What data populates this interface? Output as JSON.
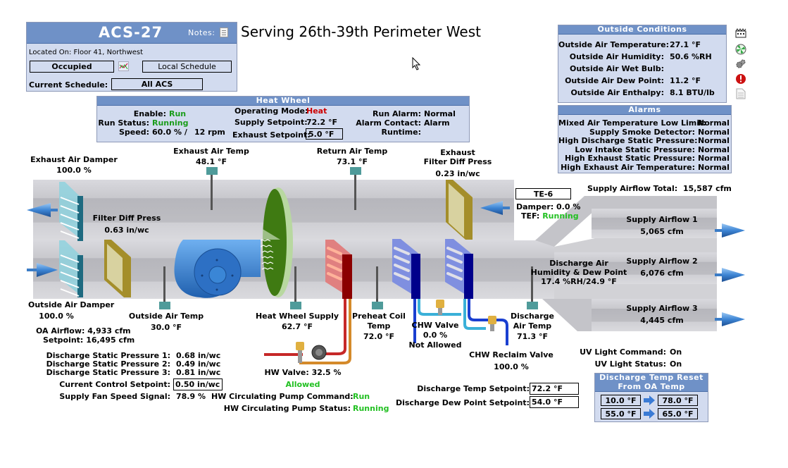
{
  "header": {
    "unit_name": "ACS-27",
    "notes_label": "Notes:",
    "serving": "Serving 26th-39th Perimeter West",
    "located_on": "Located On: Floor 41, Northwest",
    "occupancy": "Occupied",
    "local_schedule_label": "Local Schedule",
    "current_schedule_label": "Current Schedule:",
    "current_schedule_value": "All ACS"
  },
  "outside_conditions": {
    "title": "Outside Conditions",
    "rows": [
      {
        "label": "Outside Air Temperature:",
        "value": "27.1 °F"
      },
      {
        "label": "Outside Air Humidity:",
        "value": "50.6 %RH"
      },
      {
        "label": "Outside Air Wet Bulb:",
        "value": ""
      },
      {
        "label": "Outside Air Dew Point:",
        "value": "11.2 °F"
      },
      {
        "label": "Outside Air Enthalpy:",
        "value": "8.1 BTU/lb"
      }
    ]
  },
  "side_icons": [
    "building-icon",
    "fan-icon",
    "gears-icon",
    "alarm-icon",
    "document-icon"
  ],
  "alarms": {
    "title": "Alarms",
    "rows": [
      {
        "label": "Mixed Air Temperature Low Limit:",
        "value": "Normal"
      },
      {
        "label": "Supply Smoke Detector:",
        "value": "Normal"
      },
      {
        "label": "High Discharge Static Pressure:",
        "value": "Normal"
      },
      {
        "label": "Low Intake Static Pressure:",
        "value": "Normal"
      },
      {
        "label": "High Exhaust Static Pressure:",
        "value": "Normal"
      },
      {
        "label": "High Exhaust Air Temperature:",
        "value": "Normal"
      }
    ]
  },
  "heat_wheel": {
    "title": "Heat Wheel",
    "enable_label": "Enable:",
    "enable_value": "Run",
    "run_status_label": "Run Status:",
    "run_status_value": "Running",
    "speed_label": "Speed:",
    "speed_value": "60.0 % /",
    "speed_rpm": "12 rpm",
    "operating_mode_label": "Operating Mode:",
    "operating_mode_value": "Heat",
    "supply_setpoint_label": "Supply Setpoint:",
    "supply_setpoint_value": "72.2 °F",
    "exhaust_setpoint_label": "Exhaust Setpoint:",
    "exhaust_setpoint_value": "5.0 °F",
    "run_alarm_label": "Run Alarm:",
    "run_alarm_value": "Normal",
    "alarm_contact_label": "Alarm Contact:",
    "alarm_contact_value": "Alarm",
    "runtime_label": "Runtime:",
    "runtime_value": ""
  },
  "diagram": {
    "exhaust_air_damper_label": "Exhaust Air Damper",
    "exhaust_air_damper_value": "100.0 %",
    "exhaust_air_temp_label": "Exhaust Air Temp",
    "exhaust_air_temp_value": "48.1 °F",
    "return_air_temp_label": "Return Air Temp",
    "return_air_temp_value": "73.1 °F",
    "exhaust_filter_label1": "Exhaust",
    "exhaust_filter_label2": "Filter Diff Press",
    "exhaust_filter_value": "0.23 in/wc",
    "filter_diff_label": "Filter Diff Press",
    "filter_diff_value": "0.63 in/wc",
    "te_label": "TE-6",
    "te_damper": "Damper: 0.0 %",
    "tef_label": "TEF:",
    "tef_value": "Running",
    "supply_total_label": "Supply Airflow Total:",
    "supply_total_value": "15,587 cfm",
    "supply_airflows": [
      {
        "label": "Supply Airflow 1",
        "value": "5,065 cfm"
      },
      {
        "label": "Supply Airflow 2",
        "value": "6,076 cfm"
      },
      {
        "label": "Supply Airflow 3",
        "value": "4,445 cfm"
      }
    ],
    "discharge_hum_label1": "Discharge Air",
    "discharge_hum_label2": "Humidity & Dew Point",
    "discharge_hum_value": "17.4 %RH/24.9 °F",
    "outside_damper_label": "Outside Air Damper",
    "outside_damper_value": "100.0 %",
    "outside_air_temp_label": "Outside Air Temp",
    "outside_air_temp_value": "30.0 °F",
    "heat_wheel_supply_label": "Heat Wheel Supply",
    "heat_wheel_supply_value": "62.7 °F",
    "preheat_label1": "Preheat Coil",
    "preheat_label2": "Temp",
    "preheat_value": "72.0 °F",
    "chw_valve_label": "CHW Valve",
    "chw_valve_value": "0.0 %",
    "chw_valve_status": "Not Allowed",
    "discharge_temp_label1": "Discharge",
    "discharge_temp_label2": "Air Temp",
    "discharge_temp_value": "71.3 °F",
    "chw_reclaim_label": "CHW Reclaim Valve",
    "chw_reclaim_value": "100.0 %",
    "hw_valve_label": "HW Valve: 32.5 %",
    "hw_valve_status": "Allowed"
  },
  "bottom_left": {
    "oa_airflow_label": "OA Airflow:",
    "oa_airflow_value": "4,933 cfm",
    "oa_setpoint_label": "Setpoint:",
    "oa_setpoint_value": "16,495 cfm",
    "static": [
      {
        "label": "Discharge Static Pressure 1:",
        "value": "0.68 in/wc"
      },
      {
        "label": "Discharge Static Pressure 2:",
        "value": "0.49 in/wc"
      },
      {
        "label": "Discharge Static Pressure 3:",
        "value": "0.81 in/wc"
      }
    ],
    "control_setpoint_label": "Current Control Setpoint:",
    "control_setpoint_value": "0.50 in/wc",
    "fan_speed_label": "Supply Fan Speed Signal:",
    "fan_speed_value": "78.9 %"
  },
  "pump": {
    "command_label": "HW Circulating Pump Command:",
    "command_value": "Run",
    "status_label": "HW Circulating Pump Status:",
    "status_value": "Running"
  },
  "setpoints": {
    "discharge_temp_label": "Discharge Temp Setpoint:",
    "discharge_temp_value": "72.2 °F",
    "discharge_dew_label": "Discharge Dew Point Setpoint:",
    "discharge_dew_value": "54.0 °F"
  },
  "uv": {
    "command_label": "UV Light Command:",
    "command_value": "On",
    "status_label": "UV Light Status:",
    "status_value": "On"
  },
  "reset": {
    "title1": "Discharge Temp Reset",
    "title2": "From OA Temp",
    "rows": [
      {
        "from": "10.0 °F",
        "to": "78.0 °F"
      },
      {
        "from": "55.0 °F",
        "to": "65.0 °F"
      }
    ]
  }
}
